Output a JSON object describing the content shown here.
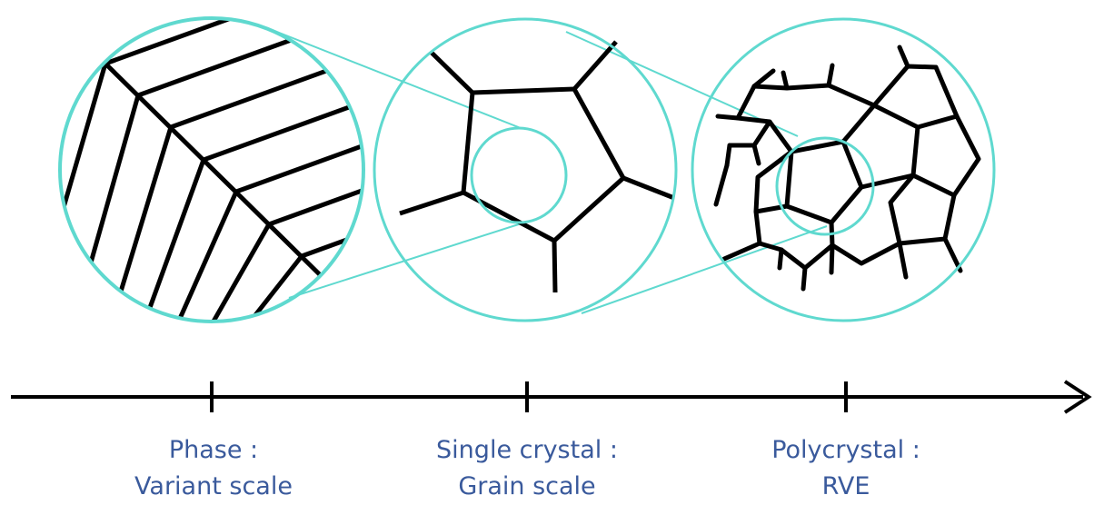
{
  "colors": {
    "circle_outline": "#5fd9cf",
    "structure_lines": "#000000",
    "label_text": "#3a5a9c",
    "axis": "#000000"
  },
  "scales": [
    {
      "id": "phase",
      "line1": "Phase :",
      "line2": "Variant scale"
    },
    {
      "id": "single-crystal",
      "line1": "Single crystal :",
      "line2": "Grain scale"
    },
    {
      "id": "polycrystal",
      "line1": "Polycrystal :",
      "line2": "RVE"
    }
  ]
}
